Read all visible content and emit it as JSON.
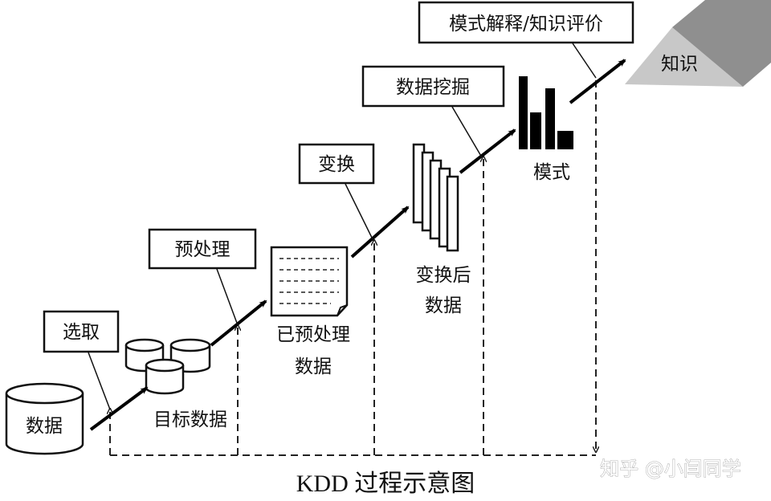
{
  "steps": {
    "selection": "选取",
    "preprocessing": "预处理",
    "transformation": "变换",
    "data_mining": "数据挖掘",
    "interpretation": "模式解释/知识评价"
  },
  "nodes": {
    "data": "数据",
    "target_data": "目标数据",
    "preprocessed_line1": "已预处理",
    "preprocessed_line2": "数据",
    "transformed_line1": "变换后",
    "transformed_line2": "数据",
    "patterns": "模式",
    "knowledge": "知识"
  },
  "caption": "KDD 过程示意图",
  "watermark": "知乎 @小闫同学",
  "colors": {
    "knowledge_light": "#c8c8c8",
    "knowledge_dark": "#8f8f8f"
  }
}
